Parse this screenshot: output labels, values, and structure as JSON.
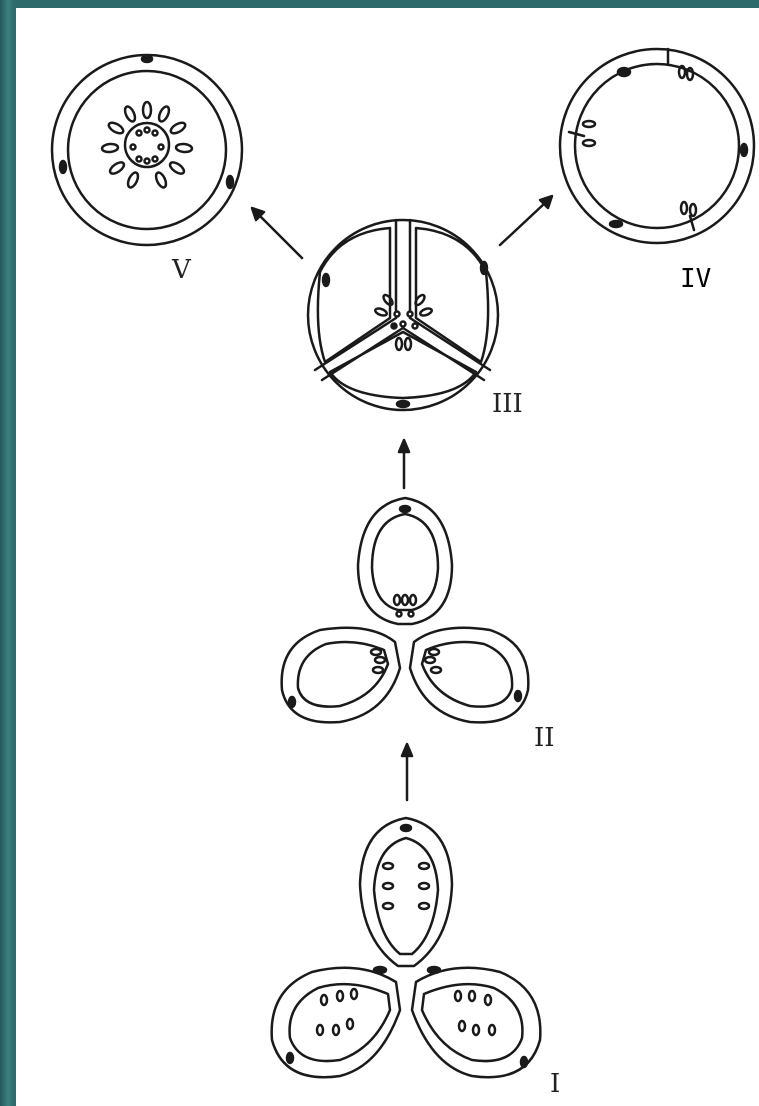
{
  "labels": {
    "v": "V",
    "iv": "IV",
    "iii": "III",
    "ii": "II",
    "i": "I"
  },
  "colors": {
    "frame": "#2f6b6d",
    "paper": "#ffffff",
    "ink": "#1a1a1a"
  }
}
